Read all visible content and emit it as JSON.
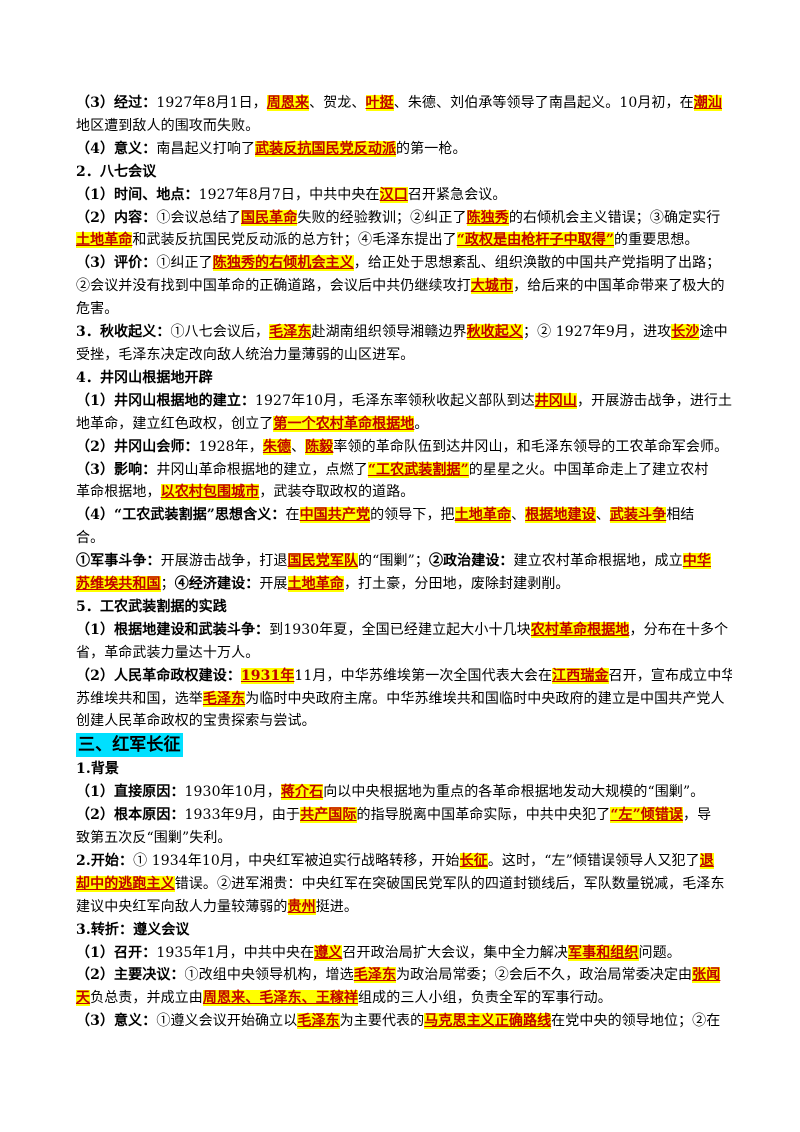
{
  "lines": [
    [
      {
        "t": "（3）经过：",
        "b": true
      },
      {
        "t": "1927年8月1日，"
      },
      {
        "t": "周恩来",
        "h": true
      },
      {
        "t": "、贺龙、"
      },
      {
        "t": "叶挺",
        "h": true
      },
      {
        "t": "、朱德、刘伯承等领导了南昌起义。10月初，在"
      },
      {
        "t": "潮汕",
        "h": true
      }
    ],
    [
      {
        "t": "地区遭到敌人的围攻而失败。"
      }
    ],
    [
      {
        "t": "（4）意义：",
        "b": true
      },
      {
        "t": "南昌起义打响了"
      },
      {
        "t": "武装反抗国民党反动派",
        "h": true
      },
      {
        "t": "的第一枪。"
      }
    ],
    [
      {
        "t": "2．八七会议",
        "b": true
      }
    ],
    [
      {
        "t": "（1）时间、地点：",
        "b": true
      },
      {
        "t": "1927年8月7日，中共中央在"
      },
      {
        "t": "汉口",
        "h": true
      },
      {
        "t": "召开紧急会议。"
      }
    ],
    [
      {
        "t": "（2）内容：",
        "b": true
      },
      {
        "t": "①会议总结了"
      },
      {
        "t": "国民革命",
        "h": true
      },
      {
        "t": "失败的经验教训；②纠正了"
      },
      {
        "t": "陈独秀",
        "h": true
      },
      {
        "t": "的右倾机会主义错误；③确定实行"
      }
    ],
    [
      {
        "t": "土地革命",
        "h": true
      },
      {
        "t": "和武装反抗国民党反动派的总方针；④毛泽东提出了"
      },
      {
        "t": "“政权是由枪杆子中取得”",
        "h": true
      },
      {
        "t": "的重要思想。"
      }
    ],
    [
      {
        "t": "（3）评价：",
        "b": true
      },
      {
        "t": "①纠正了"
      },
      {
        "t": "陈独秀的右倾机会主义",
        "h": true
      },
      {
        "t": "，给正处于思想紊乱、组织涣散的中国共产党指明了出路；"
      }
    ],
    [
      {
        "t": "②会议并没有找到中国革命的正确道路，会议后中共仍继续攻打"
      },
      {
        "t": "大城市",
        "h": true
      },
      {
        "t": "，给后来的中国革命带来了极大的"
      }
    ],
    [
      {
        "t": "危害。"
      }
    ],
    [
      {
        "t": "3．秋收起义：",
        "b": true
      },
      {
        "t": "①八七会议后，"
      },
      {
        "t": "毛泽东",
        "h": true
      },
      {
        "t": "赴湖南组织领导湘赣边界"
      },
      {
        "t": "秋收起义",
        "h": true
      },
      {
        "t": "；② 1927年9月，进攻"
      },
      {
        "t": "长沙",
        "h": true
      },
      {
        "t": "途中"
      }
    ],
    [
      {
        "t": "受挫，毛泽东决定改向敌人统治力量薄弱的山区进军。"
      }
    ],
    [
      {
        "t": "4．井冈山根据地开辟",
        "b": true
      }
    ],
    [
      {
        "t": "（1）井冈山根据地的建立：",
        "b": true
      },
      {
        "t": "1927年10月，毛泽东率领秋收起义部队到达"
      },
      {
        "t": "井冈山",
        "h": true
      },
      {
        "t": "，开展游击战争，进行土"
      }
    ],
    [
      {
        "t": "地革命，建立红色政权，创立了"
      },
      {
        "t": "第一个农村革命根据地",
        "h": true
      },
      {
        "t": "。"
      }
    ],
    [
      {
        "t": "（2）井冈山会师：",
        "b": true
      },
      {
        "t": "1928年，"
      },
      {
        "t": "朱德",
        "h": true
      },
      {
        "t": "、"
      },
      {
        "t": "陈毅",
        "h": true
      },
      {
        "t": "率领的革命队伍到达井冈山，和毛泽东领导的工农革命军会师。"
      }
    ],
    [
      {
        "t": "（3）影响：",
        "b": true
      },
      {
        "t": "井冈山革命根据地的建立，点燃了"
      },
      {
        "t": "“工农武装割据”",
        "h": true
      },
      {
        "t": "的星星之火。中国革命走上了建立农村"
      }
    ],
    [
      {
        "t": "革命根据地，"
      },
      {
        "t": "以农村包围城市",
        "h": true
      },
      {
        "t": "，武装夺取政权的道路。"
      }
    ],
    [
      {
        "t": "（4）“工农武装割据”思想含义：",
        "b": true
      },
      {
        "t": "在"
      },
      {
        "t": "中国共产党",
        "h": true
      },
      {
        "t": "的领导下，把"
      },
      {
        "t": "土地革命",
        "h": true
      },
      {
        "t": "、"
      },
      {
        "t": "根据地建设",
        "h": true
      },
      {
        "t": "、"
      },
      {
        "t": "武装斗争",
        "h": true
      },
      {
        "t": "相结"
      }
    ],
    [
      {
        "t": "合。"
      }
    ],
    [
      {
        "t": "①军事斗争：",
        "b": true
      },
      {
        "t": "开展游击战争，打退"
      },
      {
        "t": "国民党军队",
        "h": true
      },
      {
        "t": "的“围剿”；"
      },
      {
        "t": "②政治建设：",
        "b": true
      },
      {
        "t": "建立农村革命根据地，成立"
      },
      {
        "t": "中华",
        "h": true
      }
    ],
    [
      {
        "t": "苏维埃共和国",
        "h": true
      },
      {
        "t": "；"
      },
      {
        "t": "④经济建设：",
        "b": true
      },
      {
        "t": "开展"
      },
      {
        "t": "土地革命",
        "h": true
      },
      {
        "t": "，打土豪，分田地，废除封建剥削。"
      }
    ],
    [
      {
        "t": "5．工农武装割据的实践",
        "b": true
      }
    ],
    [
      {
        "t": "（1）根据地建设和武装斗争：",
        "b": true
      },
      {
        "t": "到1930年夏，全国已经建立起大小十几块"
      },
      {
        "t": "农村革命根据地",
        "h": true
      },
      {
        "t": "，分布在十多个"
      }
    ],
    [
      {
        "t": "省，革命武装力量达十万人。"
      }
    ],
    [
      {
        "t": "（2）人民革命政权建设：",
        "b": true
      },
      {
        "t": "1931年",
        "h": true
      },
      {
        "t": "11月，中华苏维埃第一次全国代表大会在"
      },
      {
        "t": "江西瑞金",
        "h": true
      },
      {
        "t": "召开，宣布成立中华"
      }
    ],
    [
      {
        "t": "苏维埃共和国，选举"
      },
      {
        "t": "毛泽东",
        "h": true
      },
      {
        "t": "为临时中央政府主席。中华苏维埃共和国临时中央政府的建立是中国共产党人"
      }
    ],
    [
      {
        "t": "创建人民革命政权的宝贵探索与尝试。"
      }
    ],
    [
      {
        "t": "三、红军长征",
        "s": true
      }
    ],
    [
      {
        "t": "1.背景",
        "b": true
      }
    ],
    [
      {
        "t": "（1）直接原因：",
        "b": true
      },
      {
        "t": "1930年10月，"
      },
      {
        "t": "蒋介石",
        "h": true
      },
      {
        "t": "向以中央根据地为重点的各革命根据地发动大规模的“围剿”。"
      }
    ],
    [
      {
        "t": "（2）根本原因：",
        "b": true
      },
      {
        "t": "1933年9月，由于"
      },
      {
        "t": "共产国际",
        "h": true
      },
      {
        "t": "的指导脱离中国革命实际，中共中央犯了"
      },
      {
        "t": "“左”倾错误",
        "h": true
      },
      {
        "t": "，导"
      }
    ],
    [
      {
        "t": "致第五次反“围剿”失利。"
      }
    ],
    [
      {
        "t": "2.开始：",
        "b": true
      },
      {
        "t": "① 1934年10月，中央红军被迫实行战略转移，开始"
      },
      {
        "t": "长征",
        "h": true
      },
      {
        "t": "。这时，“左”倾错误领导人又犯了"
      },
      {
        "t": "退",
        "h": true
      }
    ],
    [
      {
        "t": "却中的逃跑主义",
        "h": true
      },
      {
        "t": "错误。②进军湘贵：中央红军在突破国民党军队的四道封锁线后，军队数量锐减，毛泽东"
      }
    ],
    [
      {
        "t": "建议中央红军向敌人力量较薄弱的"
      },
      {
        "t": "贵州",
        "h": true
      },
      {
        "t": "挺进。"
      }
    ],
    [
      {
        "t": "3.转折：遵义会议",
        "b": true
      }
    ],
    [
      {
        "t": "（1）召开：",
        "b": true
      },
      {
        "t": "1935年1月，中共中央在"
      },
      {
        "t": "遵义",
        "h": true
      },
      {
        "t": "召开政治局扩大会议，集中全力解决"
      },
      {
        "t": "军事和组织",
        "h": true
      },
      {
        "t": "问题。"
      }
    ],
    [
      {
        "t": "（2）主要决议：",
        "b": true
      },
      {
        "t": "①改组中央领导机构，增选"
      },
      {
        "t": "毛泽东",
        "h": true
      },
      {
        "t": "为政治局常委；②会后不久，政治局常委决定由"
      },
      {
        "t": "张闻",
        "h": true
      }
    ],
    [
      {
        "t": "天",
        "h": true
      },
      {
        "t": "负总责，并成立由"
      },
      {
        "t": "周恩来、毛泽东、王稼祥",
        "h": true
      },
      {
        "t": "组成的三人小组，负责全军的军事行动。"
      }
    ],
    [
      {
        "t": "（3）意义：",
        "b": true
      },
      {
        "t": "①遵义会议开始确立以"
      },
      {
        "t": "毛泽东",
        "h": true
      },
      {
        "t": "为主要代表的"
      },
      {
        "t": "马克思主义正确路线",
        "h": true
      },
      {
        "t": "在党中央的领导地位；②在"
      }
    ]
  ],
  "colors": {
    "highlight_bg": "#ffff00",
    "highlight_text": "#c00000",
    "section_bg": "#00e0ff"
  }
}
